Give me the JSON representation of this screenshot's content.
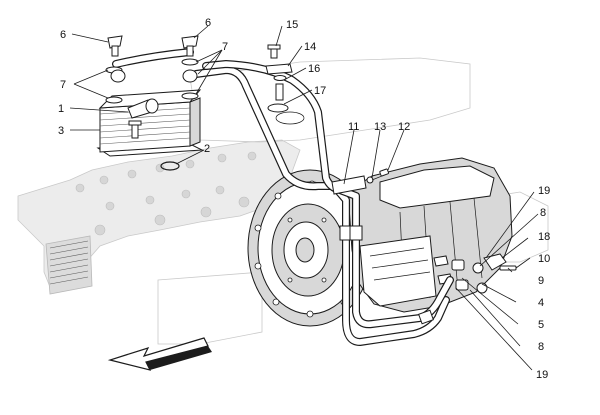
{
  "diagram": {
    "callouts": [
      {
        "id": "c6a",
        "text": "6"
      },
      {
        "id": "c6b",
        "text": "6"
      },
      {
        "id": "c7a",
        "text": "7"
      },
      {
        "id": "c7b",
        "text": "7"
      },
      {
        "id": "c1",
        "text": "1"
      },
      {
        "id": "c3",
        "text": "3"
      },
      {
        "id": "c2",
        "text": "2"
      },
      {
        "id": "c15",
        "text": "15"
      },
      {
        "id": "c14",
        "text": "14"
      },
      {
        "id": "c16",
        "text": "16"
      },
      {
        "id": "c17",
        "text": "17"
      },
      {
        "id": "c11",
        "text": "11"
      },
      {
        "id": "c13",
        "text": "13"
      },
      {
        "id": "c12",
        "text": "12"
      },
      {
        "id": "c19a",
        "text": "19"
      },
      {
        "id": "c8a",
        "text": "8"
      },
      {
        "id": "c18",
        "text": "18"
      },
      {
        "id": "c10",
        "text": "10"
      },
      {
        "id": "c9",
        "text": "9"
      },
      {
        "id": "c4",
        "text": "4"
      },
      {
        "id": "c5",
        "text": "5"
      },
      {
        "id": "c8b",
        "text": "8"
      },
      {
        "id": "c19b",
        "text": "19"
      }
    ]
  },
  "colors": {
    "background": "#ffffff",
    "linework": "#1c1c1c",
    "ghost_fill": "#ececec",
    "ghost_outline": "#c9c9c9"
  },
  "icons": {
    "direction_arrow": "front-direction-arrow-icon"
  }
}
